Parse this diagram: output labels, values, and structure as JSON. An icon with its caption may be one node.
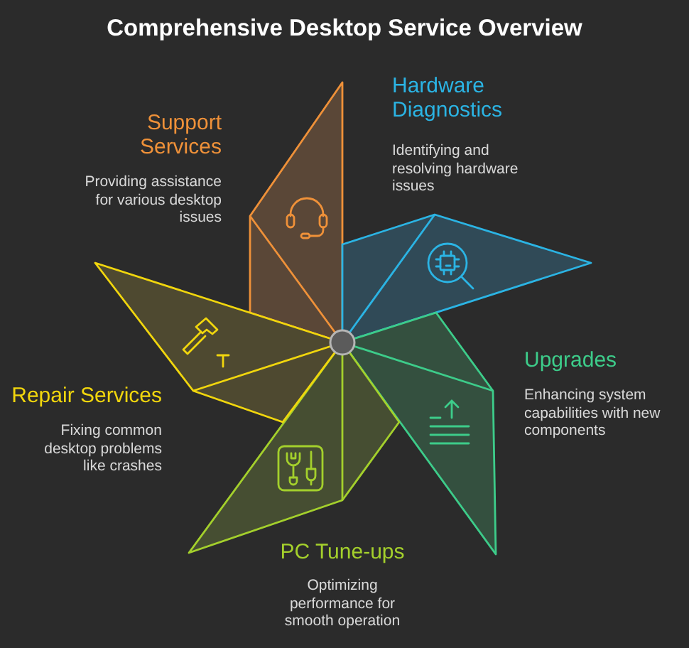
{
  "diagram": {
    "title": "Comprehensive Desktop Service Overview",
    "nodes": [
      {
        "text": [
          "Support Services",
          "Providing assistance for various desktop issues"
        ]
      },
      {
        "text": [
          "Hardware Diagnostics",
          "Identifying and resolving hardware issues"
        ]
      },
      {
        "text": [
          "Upgrades",
          "Enhancing system capabilities with new components"
        ]
      },
      {
        "text": [
          "PC Tune-ups",
          "Optimizing performance for smooth operation"
        ]
      },
      {
        "text": [
          "Repair Services",
          "Fixing common desktop problems like crashes"
        ]
      }
    ]
  }
}
